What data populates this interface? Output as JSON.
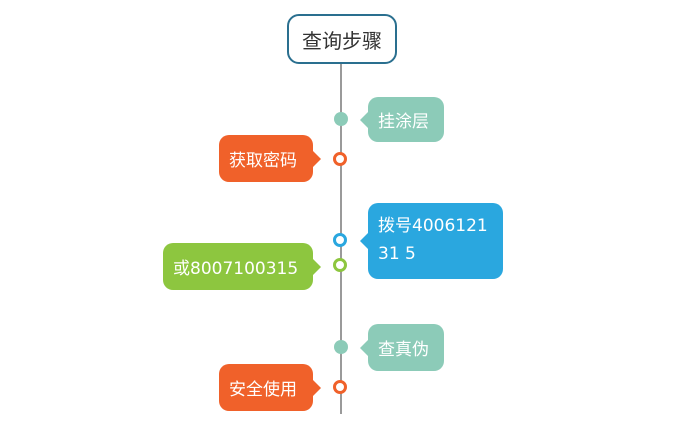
{
  "title": "查询步骤",
  "steps": [
    {
      "label": "挂涂层",
      "color": "#8ccbb8"
    },
    {
      "label": "获取密码",
      "color": "#f0612a"
    },
    {
      "label": "拨号400612131 5",
      "line1": "拨号4006121",
      "line2": "31 5",
      "color": "#2aa7df"
    },
    {
      "label": "或8007100315",
      "color": "#8dc63f"
    },
    {
      "label": "查真伪",
      "color": "#8ccbb8"
    },
    {
      "label": "安全使用",
      "color": "#f0612a"
    }
  ]
}
